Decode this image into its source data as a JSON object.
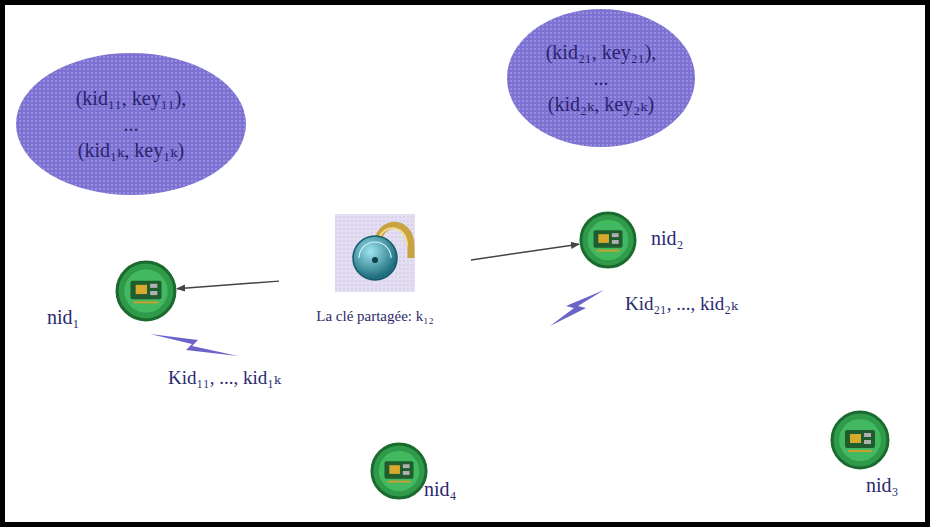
{
  "diagram": {
    "nodes": [
      {
        "text": [
          "(kid₁₁, key₁₁), ... (kid₁ₖ, key₁ₖ)"
        ]
      },
      {
        "text": [
          "(kid₂₁, key₂₁), ... (kid₂ₖ, key₂ₖ)"
        ]
      },
      {
        "text": [
          "nid₁"
        ]
      },
      {
        "text": [
          "La clé partagée: k₁₂"
        ]
      },
      {
        "text": [
          "nid₂"
        ]
      },
      {
        "text": [
          "nid₄"
        ]
      },
      {
        "text": [
          "nid₃"
        ]
      }
    ],
    "edges": [
      {
        "from": 3,
        "to": 2,
        "arrow": "to"
      },
      {
        "from": 3,
        "to": 4,
        "arrow": "to"
      }
    ],
    "labels": [
      "Kid₁₁, ..., kid₁ₖ",
      "Kid₂₁, ..., kid₂ₖ"
    ]
  }
}
